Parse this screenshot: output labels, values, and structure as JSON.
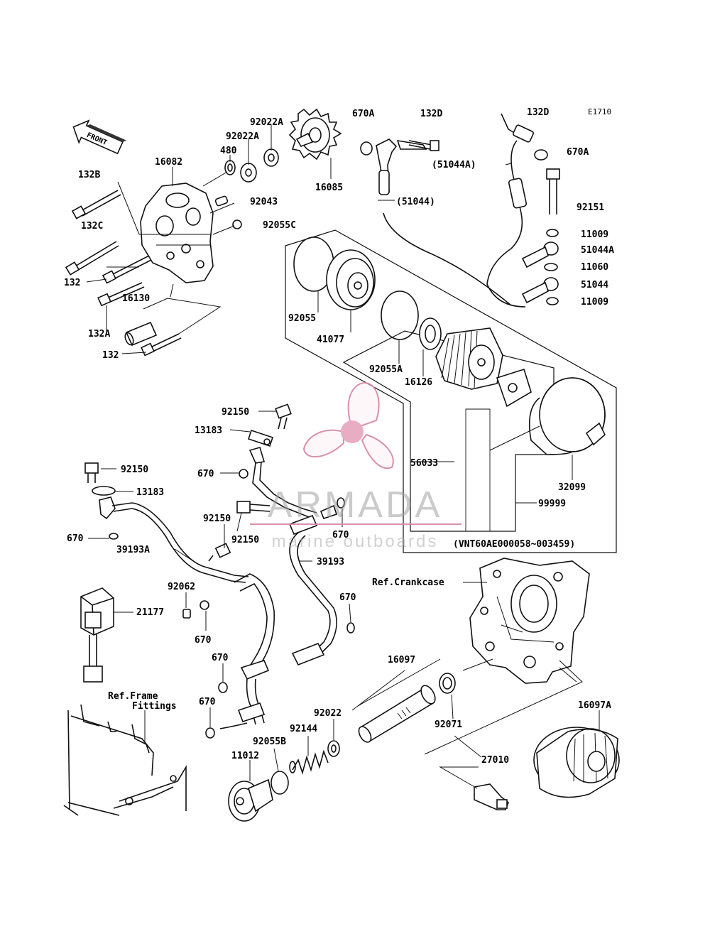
{
  "diagram_code": "E1710",
  "front_marker": "FRONT",
  "parts": {
    "p92022A_top": "92022A",
    "p92022A_mid": "92022A",
    "p480": "480",
    "p16082": "16082",
    "p132B": "132B",
    "p132C": "132C",
    "p132_a": "132",
    "p16130": "16130",
    "p132A": "132A",
    "p132_b": "132",
    "p92043": "92043",
    "p92055C": "92055C",
    "p16085": "16085",
    "p670A_top": "670A",
    "p132D_left": "132D",
    "p132D_right": "132D",
    "p51044_paren": "(51044)",
    "p51044A_paren": "(51044A)",
    "p670A_right": "670A",
    "p92151": "92151",
    "p11009_a": "11009",
    "p51044A": "51044A",
    "p11060": "11060",
    "p51044": "51044",
    "p11009_b": "11009",
    "p92055": "92055",
    "p41077": "41077",
    "p92055A": "92055A",
    "p16126": "16126",
    "p56033": "56033",
    "p32099": "32099",
    "p99999": "99999",
    "serial_range": "(VNT60AE000058~003459)",
    "p92150_a": "92150",
    "p13183_a": "13183",
    "p670_a": "670",
    "p92150_b": "92150",
    "p13183_b": "13183",
    "p670_b": "670",
    "p39193A": "39193A",
    "p92150_c": "92150",
    "p92150_d": "92150",
    "p670_c": "670",
    "p39193": "39193",
    "ref_crankcase": "Ref.Crankcase",
    "p92062": "92062",
    "p21177": "21177",
    "p670_d": "670",
    "p670_e": "670",
    "p670_f": "670",
    "p670_g": "670",
    "ref_frame_1": "Ref.Frame",
    "ref_frame_2": "Fittings",
    "p16097": "16097",
    "p92071": "92071",
    "p92022": "92022",
    "p92144": "92144",
    "p92055B": "92055B",
    "p11012": "11012",
    "p16097A": "16097A",
    "p27010": "27010"
  },
  "watermark": {
    "brand": "ARMADA",
    "tagline": "marine outboards",
    "color": "#d98aa8"
  }
}
